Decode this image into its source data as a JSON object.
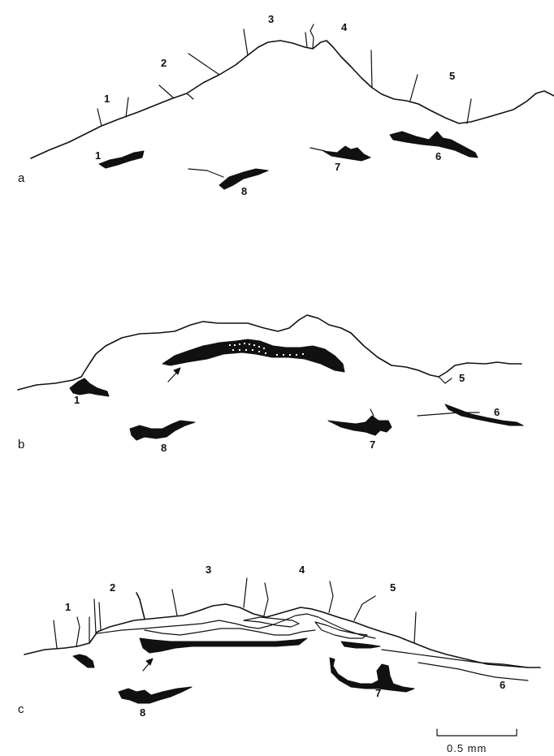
{
  "panels": [
    {
      "letter": "a",
      "labels": [
        "1",
        "2",
        "3",
        "4",
        "5",
        "1",
        "7",
        "6",
        "8"
      ]
    },
    {
      "letter": "b",
      "labels": [
        "1",
        "5",
        "6",
        "8",
        "7"
      ]
    },
    {
      "letter": "c",
      "labels": [
        "1",
        "2",
        "3",
        "4",
        "5",
        "7",
        "6",
        "8"
      ]
    }
  ],
  "scale_bar": {
    "label": "0.5 mm"
  }
}
